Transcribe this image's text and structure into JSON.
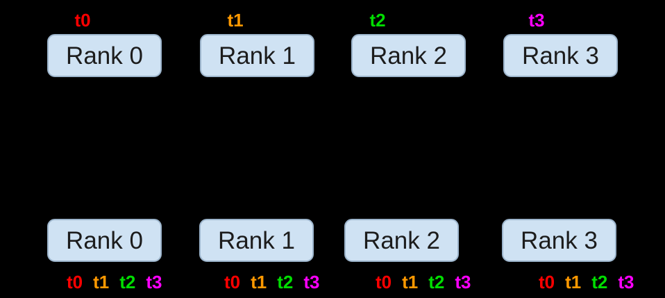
{
  "colors": {
    "background": "#000000",
    "box_fill": "#cfe2f3",
    "box_border": "#9db5cc",
    "rank_text": "#1c1c1c",
    "t0": "#ff0000",
    "t1": "#ff9900",
    "t2": "#00dd00",
    "t3": "#ff00ff"
  },
  "top_row": [
    {
      "tensor": "t0",
      "rank": "Rank 0"
    },
    {
      "tensor": "t1",
      "rank": "Rank 1"
    },
    {
      "tensor": "t2",
      "rank": "Rank 2"
    },
    {
      "tensor": "t3",
      "rank": "Rank 3"
    }
  ],
  "bottom_row": [
    {
      "rank": "Rank 0",
      "tensors": [
        "t0",
        "t1",
        "t2",
        "t3"
      ]
    },
    {
      "rank": "Rank 1",
      "tensors": [
        "t0",
        "t1",
        "t2",
        "t3"
      ]
    },
    {
      "rank": "Rank 2",
      "tensors": [
        "t0",
        "t1",
        "t2",
        "t3"
      ]
    },
    {
      "rank": "Rank 3",
      "tensors": [
        "t0",
        "t1",
        "t2",
        "t3"
      ]
    }
  ]
}
